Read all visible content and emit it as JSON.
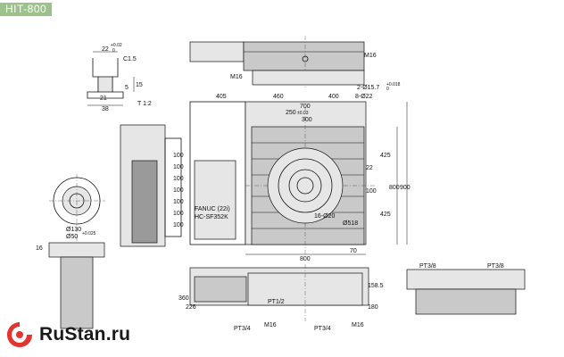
{
  "model_tag": "HIT-800",
  "brand": {
    "name": "RuStan.ru",
    "logo_color": "#e3342f"
  },
  "accent_colors": {
    "tag_bg": "#9bc28a",
    "logo": "#e3342f"
  },
  "slot_detail": {
    "width_top": "22",
    "tol_top": "+0.02",
    "tol_bottom": "0",
    "chamfer": "C1.5",
    "depth": "15",
    "width_bottom": "21",
    "height_small": "5",
    "total_width": "38",
    "scale": "T  1:2"
  },
  "top_view": {
    "thread_left": "M16",
    "thread_right": "M16"
  },
  "main_dims": {
    "d405": "405",
    "d460": "460",
    "d400": "400",
    "d700": "700",
    "d250": "250",
    "d250_tol": "±0.03",
    "d300": "300",
    "bore": "2-Ø15.7",
    "bore_tol_top": "+0.018",
    "bore_tol_bottom": "0",
    "holes": "8-Ø22",
    "d22": "22",
    "d425a": "425",
    "d100": "100",
    "d425b": "425",
    "d800v": "800",
    "d900": "900",
    "d16_22": "16-Ø20",
    "d518": "Ø518",
    "d70": "70",
    "d800h": "800"
  },
  "motor": {
    "line1": "FANUC (22i)",
    "line2": "HC-SF352K"
  },
  "side_stack": [
    "100",
    "100",
    "100",
    "100",
    "100",
    "100",
    "100"
  ],
  "spindle_view": {
    "d130": "Ø130",
    "d50": "Ø50",
    "d50_tol": "+0.025",
    "d16": "16"
  },
  "bottom_view": {
    "d360": "360",
    "d226": "226",
    "d158": "158.5",
    "d180": "180",
    "pt1": "PT1/2",
    "pt3a": "PT3/4",
    "m16a": "M16",
    "pt3b": "PT3/4",
    "m16b": "M16"
  },
  "right_view": {
    "pt_left": "PT3/8",
    "pt_right": "PT3/8"
  }
}
